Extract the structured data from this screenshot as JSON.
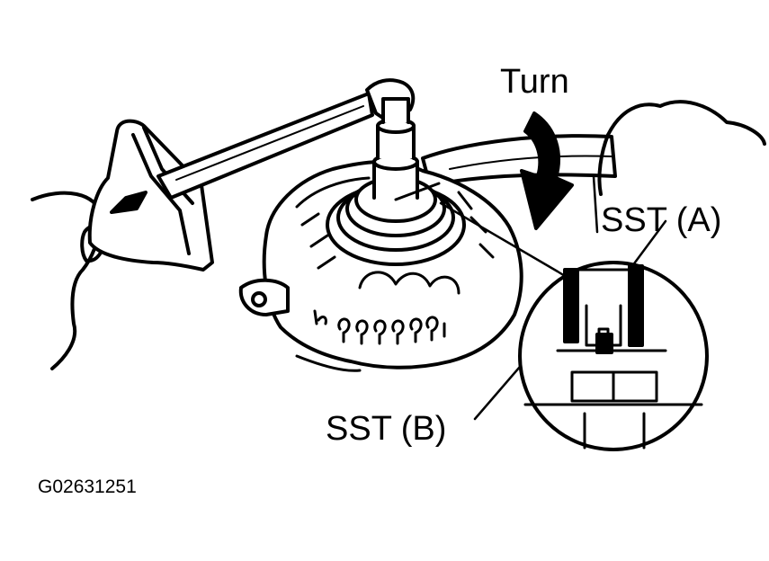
{
  "labels": {
    "turn": "Turn",
    "sst_a": "SST (A)",
    "sst_b": "SST (B)",
    "figure_code": "G02631251"
  }
}
